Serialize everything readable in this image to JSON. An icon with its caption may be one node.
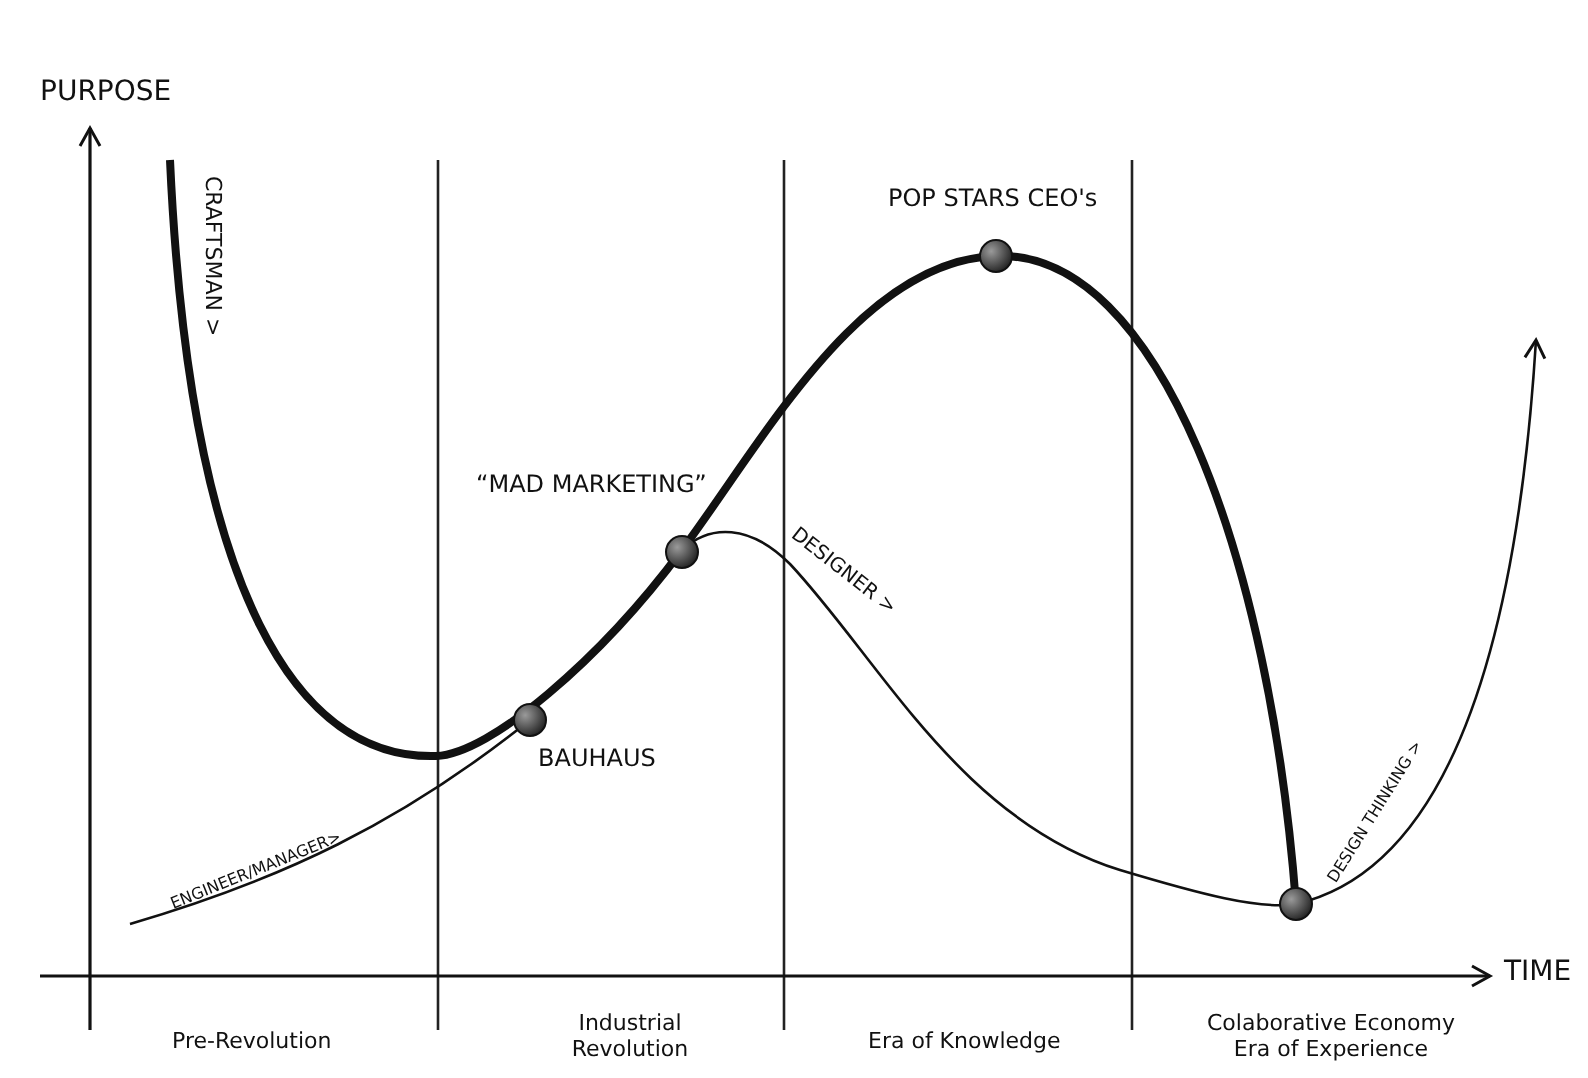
{
  "diagram": {
    "labels": [
      "PURPOSE",
      "CRAFTSMAN >",
      "POP STARS CEO's",
      "“MAD MARKETING”",
      "DESIGNER >",
      "BAUHAUS",
      "DESIGN THINKING >",
      "ENGINEER/MANAGER>",
      "TIME",
      "Pre-Revolution",
      "Industrial Revolution",
      "Era of Knowledge",
      "Colaborative Economy Era of Experience"
    ]
  }
}
